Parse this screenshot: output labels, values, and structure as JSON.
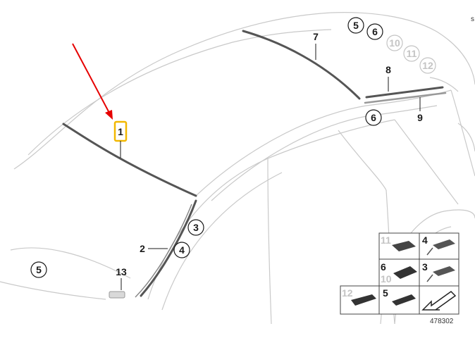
{
  "callouts": {
    "c1": "1",
    "c2": "2",
    "c3": "3",
    "c4": "4",
    "c5_left": "5",
    "c5_top": "5",
    "c6_top": "6",
    "c6_mid": "6",
    "c7": "7",
    "c8": "8",
    "c9": "9",
    "c10": "10",
    "c11": "11",
    "c12": "12",
    "c13": "13"
  },
  "legend_grid": {
    "cell_11": "11",
    "cell_4": "4",
    "cell_6": "6",
    "cell_10": "10",
    "cell_3": "3",
    "cell_12": "12",
    "cell_5": "5"
  },
  "diagram_number": "478302",
  "corner_mark": "s",
  "colors": {
    "highlight": "#f2b800",
    "arrow": "#e60000",
    "line": "#c9c9c9",
    "ink": "#1a1a1a",
    "muted": "#c4c4c4"
  }
}
